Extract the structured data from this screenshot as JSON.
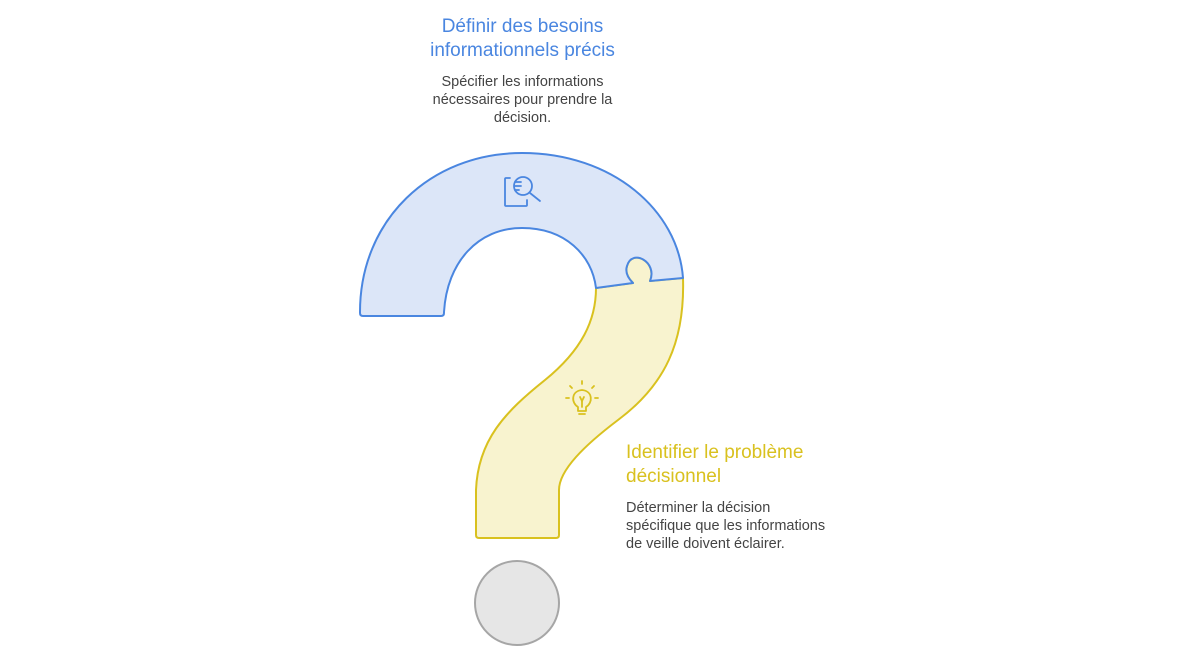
{
  "steps": [
    {
      "title_line1": "Définir des besoins",
      "title_line2": "informationnels précis",
      "desc_line1": "Spécifier les informations",
      "desc_line2": "nécessaires pour prendre la",
      "desc_line3": "décision.",
      "icon": "document-search-icon",
      "color": "#4A86E0",
      "fill": "#DCE6F8"
    },
    {
      "title_line1": "Identifier le problème",
      "title_line2": "décisionnel",
      "desc_line1": "Déterminer la décision",
      "desc_line2": "spécifique que les informations",
      "desc_line3": "de veille doivent éclairer.",
      "icon": "lightbulb-icon",
      "color": "#D9C11F",
      "fill": "#F8F3CF"
    }
  ],
  "dot": {
    "color": "#A6A6A6",
    "fill": "#E6E6E6"
  }
}
